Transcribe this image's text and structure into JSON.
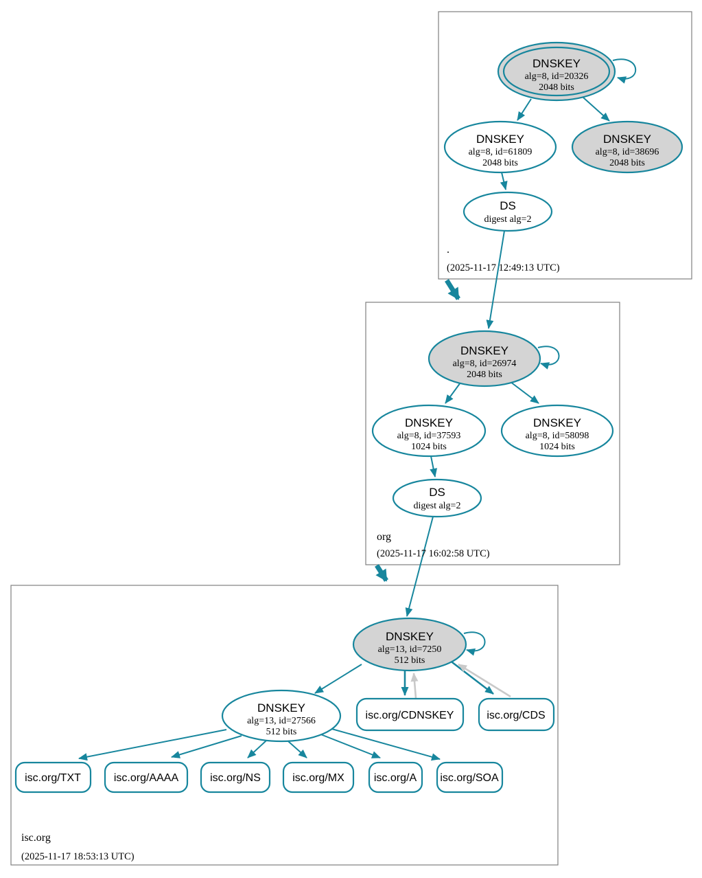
{
  "colors": {
    "secure_edge": "#17869d",
    "warning_edge": "#c9c9c9",
    "ksk_fill": "#d4d4d4",
    "zone_border": "#7f7f7f",
    "text": "#000000"
  },
  "zones": {
    "root": {
      "label": ".",
      "timestamp": "(2025-11-17 12:49:13 UTC)",
      "ksk": {
        "title": "DNSKEY",
        "detail": "alg=8, id=20326",
        "bits": "2048 bits"
      },
      "zsk": {
        "title": "DNSKEY",
        "detail": "alg=8, id=61809",
        "bits": "2048 bits"
      },
      "key2": {
        "title": "DNSKEY",
        "detail": "alg=8, id=38696",
        "bits": "2048 bits"
      },
      "ds": {
        "title": "DS",
        "detail": "digest alg=2"
      }
    },
    "org": {
      "label": "org",
      "timestamp": "(2025-11-17 16:02:58 UTC)",
      "ksk": {
        "title": "DNSKEY",
        "detail": "alg=8, id=26974",
        "bits": "2048 bits"
      },
      "zsk": {
        "title": "DNSKEY",
        "detail": "alg=8, id=37593",
        "bits": "1024 bits"
      },
      "key2": {
        "title": "DNSKEY",
        "detail": "alg=8, id=58098",
        "bits": "1024 bits"
      },
      "ds": {
        "title": "DS",
        "detail": "digest alg=2"
      }
    },
    "isc": {
      "label": "isc.org",
      "timestamp": "(2025-11-17 18:53:13 UTC)",
      "ksk": {
        "title": "DNSKEY",
        "detail": "alg=13, id=7250",
        "bits": "512 bits"
      },
      "zsk": {
        "title": "DNSKEY",
        "detail": "alg=13, id=27566",
        "bits": "512 bits"
      },
      "cdnskey_label": "isc.org/CDNSKEY",
      "cds_label": "isc.org/CDS",
      "rrsets": [
        "isc.org/TXT",
        "isc.org/AAAA",
        "isc.org/NS",
        "isc.org/MX",
        "isc.org/A",
        "isc.org/SOA"
      ]
    }
  }
}
